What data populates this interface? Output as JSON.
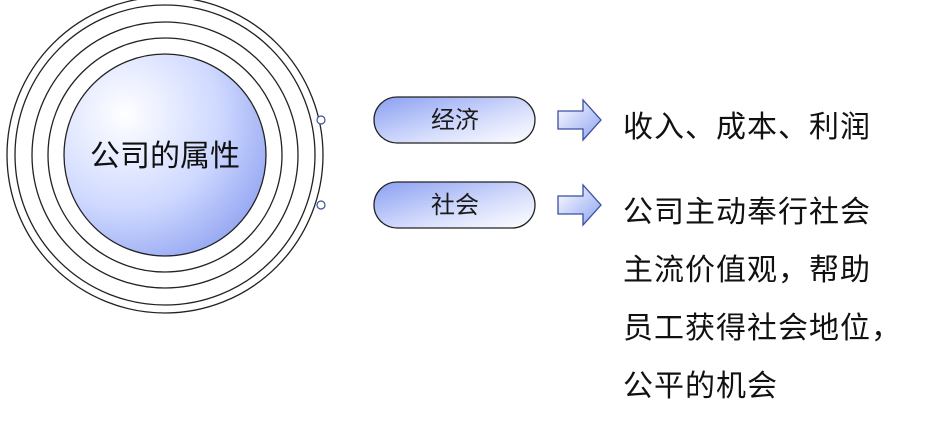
{
  "center": {
    "label": "公司的属性"
  },
  "attributes": [
    {
      "label": "经济",
      "description": [
        "收入、成本、利润"
      ]
    },
    {
      "label": "社会",
      "description": [
        "公司主动奉行社会",
        "主流价值观，帮助",
        "员工获得社会地位，",
        "公平的机会"
      ]
    }
  ]
}
